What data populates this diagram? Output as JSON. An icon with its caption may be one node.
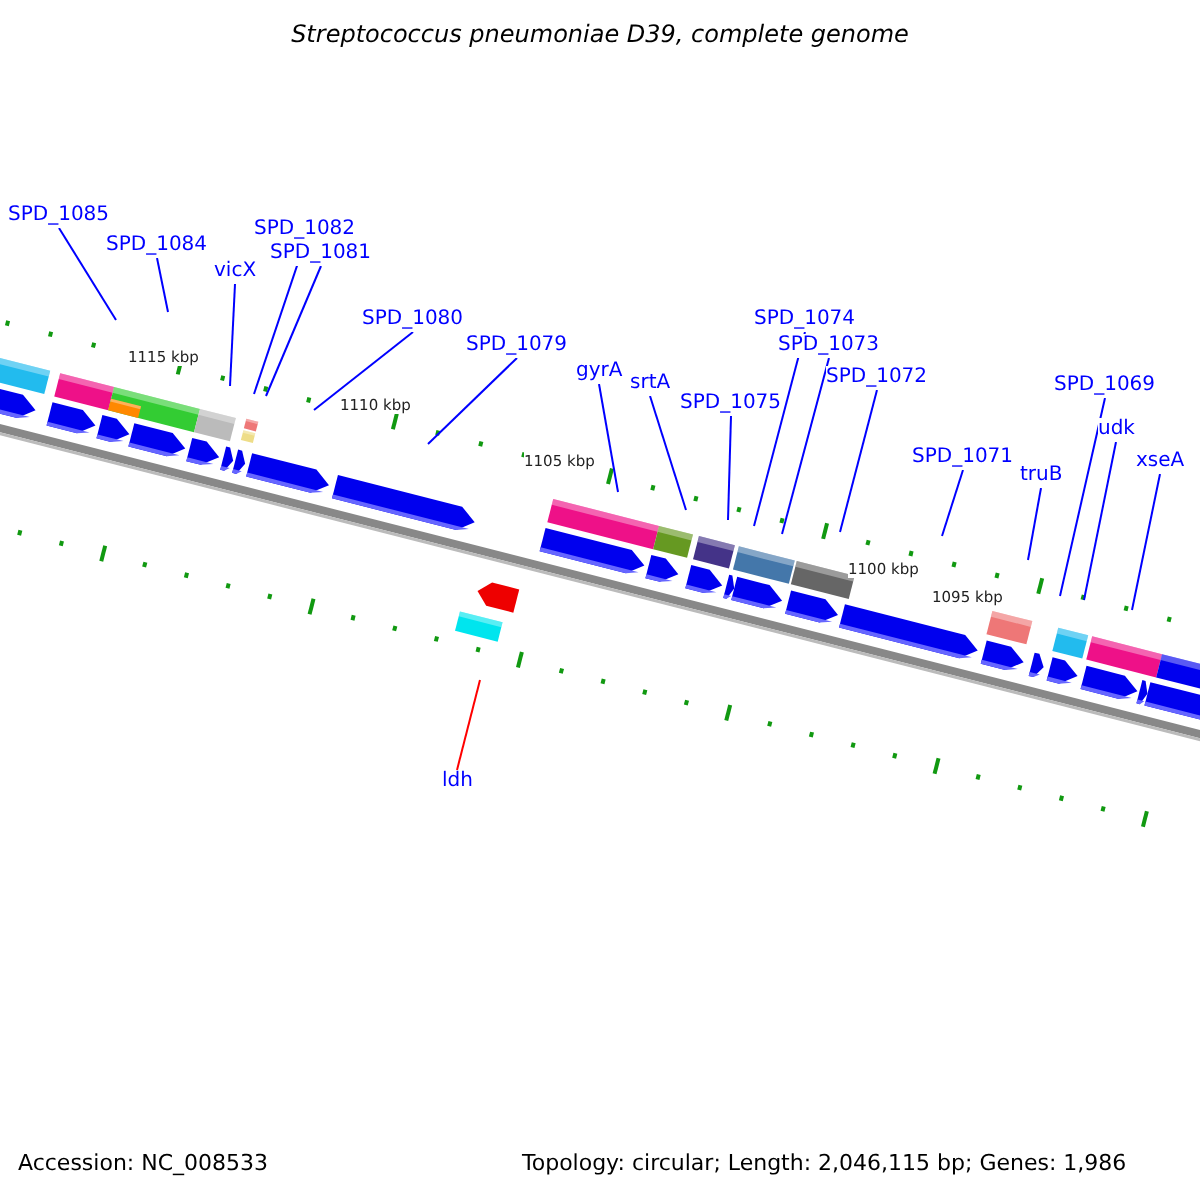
{
  "diagram": {
    "title": "Streptococcus pneumoniae D39, complete genome",
    "nodes": [
      {
        "text": [
          "SPD_1085"
        ]
      },
      {
        "text": [
          "SPD_1084"
        ]
      },
      {
        "text": [
          "vicX"
        ]
      },
      {
        "text": [
          "SPD_1082"
        ]
      },
      {
        "text": [
          "SPD_1081"
        ]
      },
      {
        "text": [
          "SPD_1080"
        ]
      },
      {
        "text": [
          "SPD_1079"
        ]
      },
      {
        "text": [
          "gyrA"
        ]
      },
      {
        "text": [
          "srtA"
        ]
      },
      {
        "text": [
          "SPD_1075"
        ]
      },
      {
        "text": [
          "SPD_1074"
        ]
      },
      {
        "text": [
          "SPD_1073"
        ]
      },
      {
        "text": [
          "SPD_1072"
        ]
      },
      {
        "text": [
          "SPD_1071"
        ]
      },
      {
        "text": [
          "truB"
        ]
      },
      {
        "text": [
          "SPD_1069"
        ]
      },
      {
        "text": [
          "udk"
        ]
      },
      {
        "text": [
          "xseA"
        ]
      },
      {
        "text": [
          "ldh"
        ]
      }
    ],
    "edges": [
      {
        "from": 0,
        "to": null,
        "arrow": "none"
      },
      {
        "from": 1,
        "to": null,
        "arrow": "none"
      },
      {
        "from": 2,
        "to": null,
        "arrow": "none"
      },
      {
        "from": 3,
        "to": null,
        "arrow": "none"
      },
      {
        "from": 4,
        "to": null,
        "arrow": "none"
      },
      {
        "from": 5,
        "to": null,
        "arrow": "none"
      },
      {
        "from": 6,
        "to": null,
        "arrow": "none"
      },
      {
        "from": 7,
        "to": null,
        "arrow": "none"
      },
      {
        "from": 8,
        "to": null,
        "arrow": "none"
      },
      {
        "from": 9,
        "to": null,
        "arrow": "none"
      },
      {
        "from": 10,
        "to": null,
        "arrow": "none"
      },
      {
        "from": 11,
        "to": null,
        "arrow": "none"
      },
      {
        "from": 12,
        "to": null,
        "arrow": "none"
      },
      {
        "from": 13,
        "to": null,
        "arrow": "none"
      },
      {
        "from": 14,
        "to": null,
        "arrow": "none"
      },
      {
        "from": 15,
        "to": null,
        "arrow": "none"
      },
      {
        "from": 16,
        "to": null,
        "arrow": "none"
      },
      {
        "from": 17,
        "to": null,
        "arrow": "none"
      },
      {
        "from": 18,
        "to": null,
        "arrow": "none",
        "color": "#ff0000"
      }
    ],
    "labels": [
      "1115 kbp",
      "1110 kbp",
      "1105 kbp",
      "1100 kbp",
      "1095 kbp",
      "Accession: NC_008533",
      "Topology: circular; Length: 2,046,115 bp; Genes: 1,986"
    ]
  }
}
